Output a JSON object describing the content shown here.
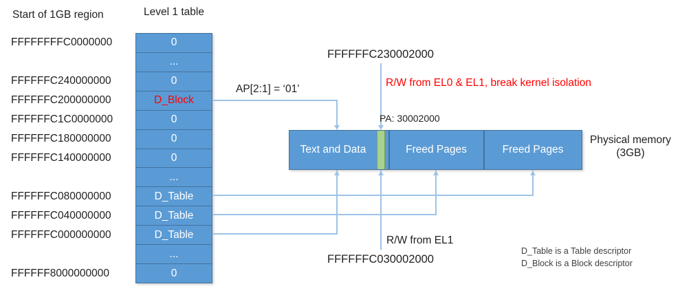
{
  "header_left": "Start of 1GB region",
  "header_table": "Level 1 table",
  "rows": [
    {
      "addr": "FFFFFFFFC0000000",
      "val": "0"
    },
    {
      "addr": "",
      "val": "..."
    },
    {
      "addr": "FFFFFFC240000000",
      "val": "0"
    },
    {
      "addr": "FFFFFFC200000000",
      "val": "D_Block"
    },
    {
      "addr": "FFFFFFC1C0000000",
      "val": "0"
    },
    {
      "addr": "FFFFFFC180000000",
      "val": "0"
    },
    {
      "addr": "FFFFFFC140000000",
      "val": "0"
    },
    {
      "addr": "",
      "val": "..."
    },
    {
      "addr": "FFFFFFC080000000",
      "val": "D_Table"
    },
    {
      "addr": "FFFFFFC040000000",
      "val": "D_Table"
    },
    {
      "addr": "FFFFFFC000000000",
      "val": "D_Table"
    },
    {
      "addr": "",
      "val": "..."
    },
    {
      "addr": "FFFFFF8000000000",
      "val": "0"
    }
  ],
  "ap_label": "AP[2:1] = ‘01’",
  "va_top": "FFFFFFC230002000",
  "red_note": "R/W from EL0 & EL1, break kernel isolation",
  "pa_label": "PA: 30002000",
  "bar": {
    "sections": [
      "Text and Data",
      "Freed Pages",
      "Freed Pages"
    ],
    "label_line1": "Physical memory",
    "label_line2": "(3GB)"
  },
  "rw_el1": "R/W from EL1",
  "va_bottom": "FFFFFFC030002000",
  "legend": [
    "D_Table is a Table descriptor",
    "D_Block is a Block descriptor"
  ],
  "colors": {
    "cell_fill": "#5B9BD5",
    "cell_border": "#41719C",
    "connector": "#9DC3E6",
    "green_fill": "#A9D18E",
    "green_border": "#7C9C5E",
    "highlight_red": "#FF0000",
    "text": "#1f1f1f"
  }
}
